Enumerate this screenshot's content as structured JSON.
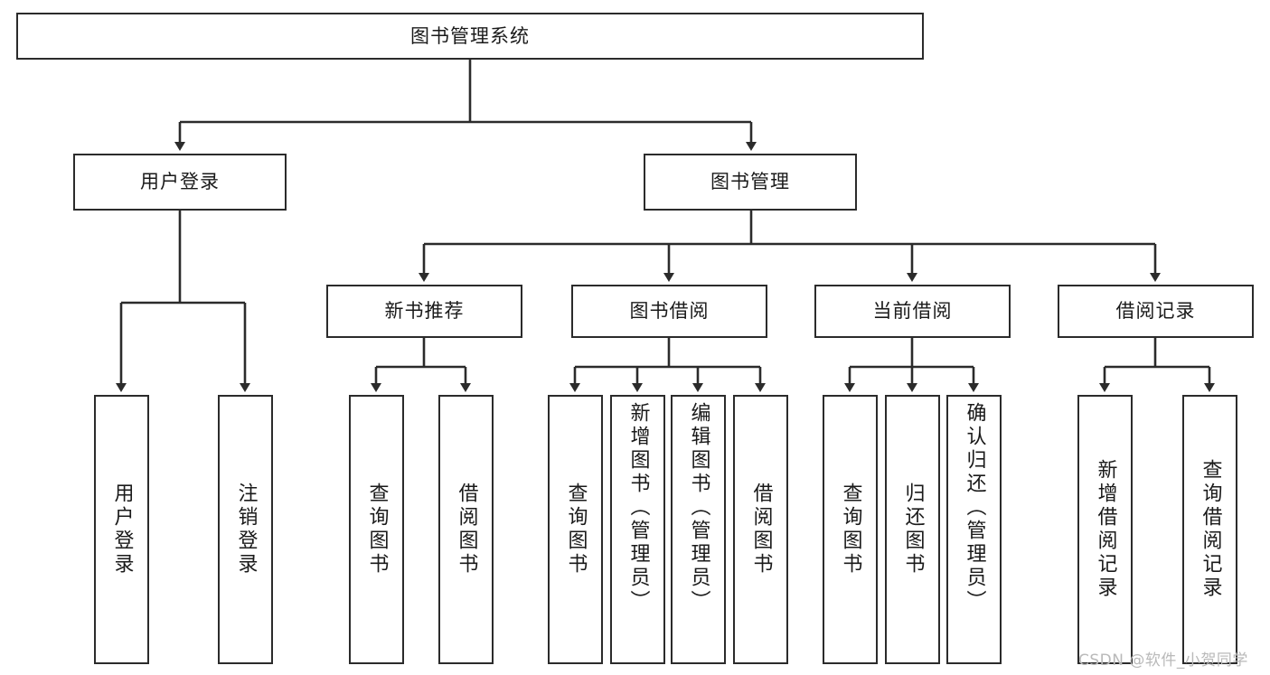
{
  "diagram": {
    "type": "hierarchy-tree",
    "title": "图书管理系统",
    "root": {
      "id": "root",
      "label": "图书管理系统"
    },
    "level2": [
      {
        "id": "user-login",
        "label": "用户登录"
      },
      {
        "id": "book-management",
        "label": "图书管理"
      }
    ],
    "level3": [
      {
        "id": "new-book-recommend",
        "label": "新书推荐",
        "parent": "book-management"
      },
      {
        "id": "book-borrow",
        "label": "图书借阅",
        "parent": "book-management"
      },
      {
        "id": "current-borrow",
        "label": "当前借阅",
        "parent": "book-management"
      },
      {
        "id": "borrow-record",
        "label": "借阅记录",
        "parent": "book-management"
      }
    ],
    "leaves": [
      {
        "id": "leaf-user-login",
        "label": "用户登录",
        "parent": "user-login"
      },
      {
        "id": "leaf-logout-login",
        "label": "注销登录",
        "parent": "user-login"
      },
      {
        "id": "leaf-query-book-1",
        "label": "查询图书",
        "parent": "new-book-recommend"
      },
      {
        "id": "leaf-borrow-book-1",
        "label": "借阅图书",
        "parent": "new-book-recommend"
      },
      {
        "id": "leaf-query-book-2",
        "label": "查询图书",
        "parent": "book-borrow"
      },
      {
        "id": "leaf-add-book",
        "label": "新增图书（管理员）",
        "parent": "book-borrow"
      },
      {
        "id": "leaf-edit-book",
        "label": "编辑图书（管理员）",
        "parent": "book-borrow"
      },
      {
        "id": "leaf-borrow-book-2",
        "label": "借阅图书",
        "parent": "book-borrow"
      },
      {
        "id": "leaf-query-book-3",
        "label": "查询图书",
        "parent": "current-borrow"
      },
      {
        "id": "leaf-return-book",
        "label": "归还图书",
        "parent": "current-borrow"
      },
      {
        "id": "leaf-confirm-return",
        "label": "确认归还（管理员）",
        "parent": "current-borrow"
      },
      {
        "id": "leaf-add-borrow-record",
        "label": "新增借阅记录",
        "parent": "borrow-record"
      },
      {
        "id": "leaf-query-borrow-record",
        "label": "查询借阅记录",
        "parent": "borrow-record"
      }
    ],
    "colors": {
      "stroke": "#2b2b2b",
      "fill": "#ffffff",
      "text": "#1a1a1a",
      "watermark": "#b9b9b9"
    }
  },
  "watermark": {
    "text": "CSDN @软件_小贺同学"
  }
}
